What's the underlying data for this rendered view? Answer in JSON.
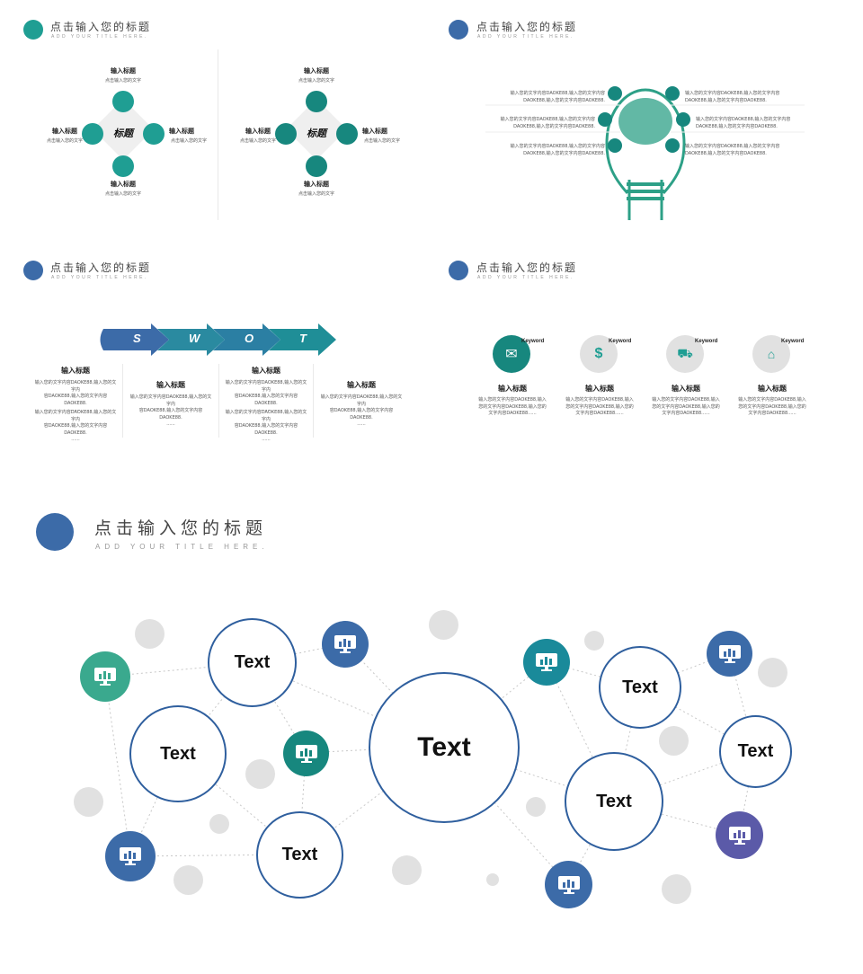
{
  "header": {
    "title": "点击输入您的标题",
    "subtitle": "ADD YOUR TITLE HERE."
  },
  "slide1": {
    "center_label": "标题",
    "item_title": "输入标题",
    "item_text": "点击输入您的文字"
  },
  "slide2": {
    "text_line1": "输入您的文字内容DAOKE88,输入您的文字内容",
    "text_line2": "DAOKE88,输入您的文字内容DAOKE88."
  },
  "slide3": {
    "letters": [
      "S",
      "W",
      "O",
      "T"
    ],
    "item_title": "输入标题",
    "text_line1": "输入您的文字内容DAOKE88,输入您的文字内",
    "text_line2": "容DAOKE88,输入您的文字内容DAOKE88.",
    "ellipsis": "......"
  },
  "slide4": {
    "keyword": "Keyword",
    "item_title": "输入标题",
    "text_line1": "输入您的文字内容DAOKE88,输入",
    "text_line2": "您的文字内容DAOKE88,输入您的",
    "text_line3": "文字内容DAOKE88......"
  },
  "network": {
    "center_text": "Text",
    "node_text": "Text"
  },
  "colors": {
    "teal": "#1f9e93",
    "blue": "#3c6ba8",
    "purple": "#5b5aa8",
    "green": "#3aa98e",
    "ring": "#2f5f9e"
  }
}
